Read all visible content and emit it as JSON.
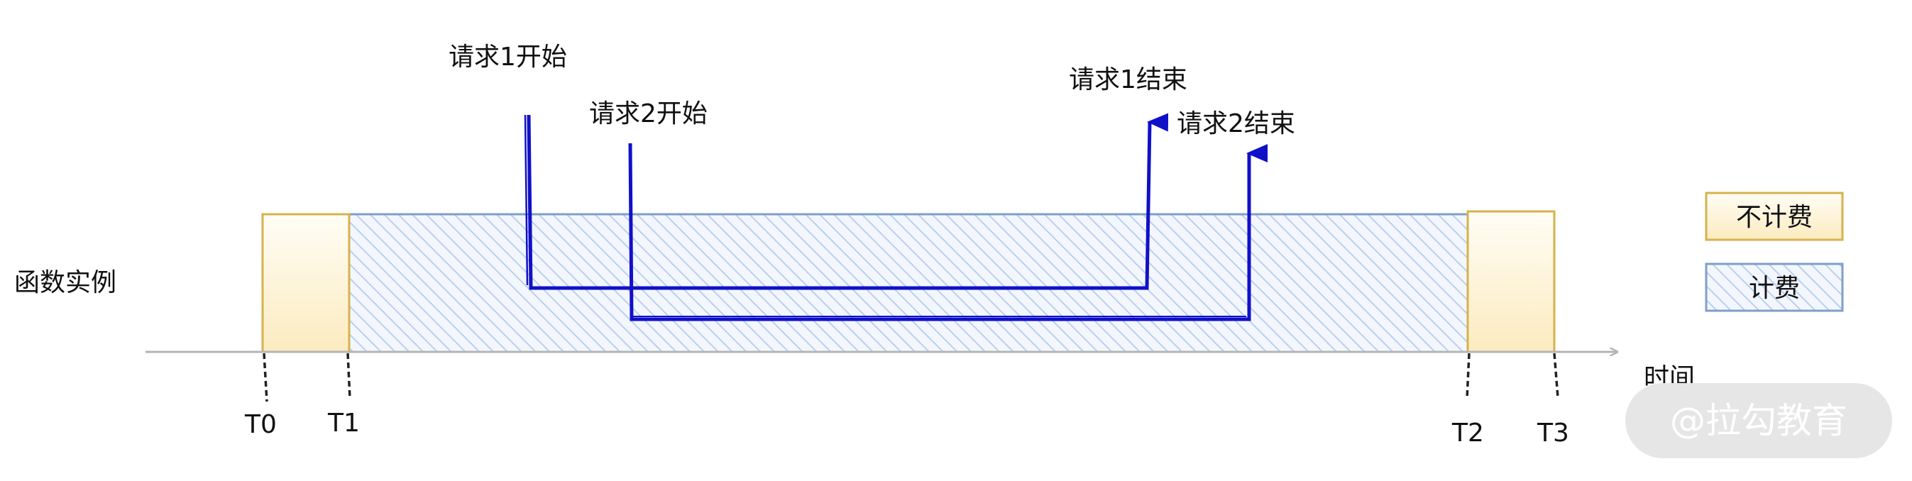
{
  "diagram": {
    "instance_label": "函数实例",
    "time_label": "时间",
    "time_marks": [
      "T0",
      "T1",
      "T2",
      "T3"
    ],
    "requests": [
      {
        "start_label": "请求1开始",
        "end_label": "请求1结束"
      },
      {
        "start_label": "请求2开始",
        "end_label": "请求2结束"
      }
    ],
    "legend": {
      "not_billed": "不计费",
      "billed": "计费"
    },
    "watermark": "@拉勾教育"
  },
  "colors": {
    "not_billed_fill": "#fdf3d6",
    "not_billed_stroke": "#d7b24c",
    "billed_hatch": "#b9d0ee",
    "billed_stroke": "#7f9fc8",
    "request_line": "#1010c8",
    "axis": "#b5b5b5",
    "watermark_bg": "#e6e6e6"
  }
}
